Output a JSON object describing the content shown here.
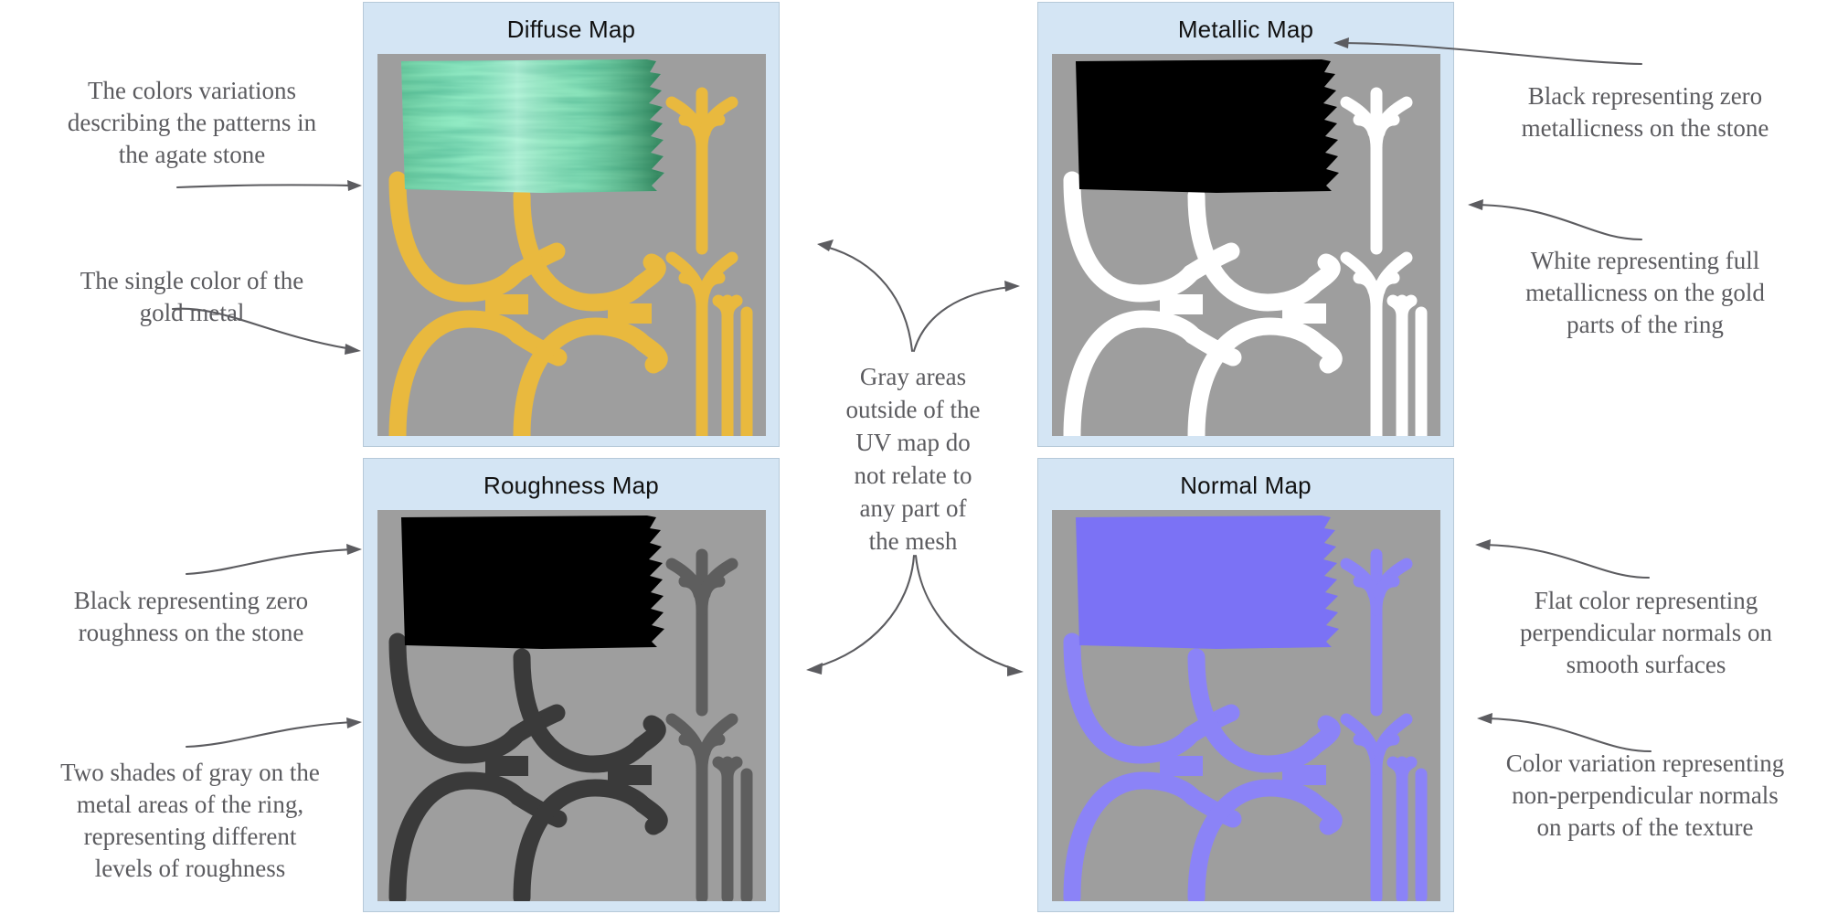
{
  "panels": [
    {
      "id": "diffuse",
      "title": "Diffuse Map",
      "background_color": "#9e9e9e",
      "header_color": "#d4e5f4",
      "stone_patch": "agate green color variation",
      "metal_color": "#e9b93e"
    },
    {
      "id": "metallic",
      "title": "Metallic Map",
      "background_color": "#9e9e9e",
      "header_color": "#d4e5f4",
      "stone_patch": "#000000",
      "metal_color": "#ffffff"
    },
    {
      "id": "roughness",
      "title": "Roughness Map",
      "background_color": "#9e9e9e",
      "header_color": "#d4e5f4",
      "stone_patch": "#000000",
      "metal_color_dark": "#3a3a3a",
      "metal_color_light": "#5e5e5e"
    },
    {
      "id": "normal",
      "title": "Normal Map",
      "background_color": "#9e9e9e",
      "header_color": "#d4e5f4",
      "stone_patch": "#7b72f5",
      "metal_color": "#8b83f7"
    }
  ],
  "annotations": {
    "diffuse_stone": "The colors variations\ndescribing the patterns in\nthe agate stone",
    "diffuse_metal": "The single color of the\ngold metal",
    "metallic_stone": "Black representing zero\nmetallicness on the stone",
    "metallic_metal": "White representing full\nmetallicness on the gold\nparts of the ring",
    "center_gray": "Gray areas\noutside of the\nUV map do\nnot relate to\nany part of\nthe mesh",
    "roughness_stone": "Black representing zero\nroughness on the stone",
    "roughness_metal": "Two shades of gray on the\nmetal areas of the ring,\nrepresenting different\nlevels of roughness",
    "normal_flat": "Flat color representing\nperpendicular normals on\nsmooth surfaces",
    "normal_variation": "Color variation representing\nnon-perpendicular normals\non parts of the texture"
  },
  "colors": {
    "header_blue": "#d4e5f4",
    "uv_gray": "#9e9e9e",
    "gold": "#e9b93e",
    "white_metal": "#ffffff",
    "black": "#000000",
    "normal_blue": "#8b83f7",
    "text_gray": "#5b5b5f",
    "arrow_gray": "#5c5c60"
  }
}
